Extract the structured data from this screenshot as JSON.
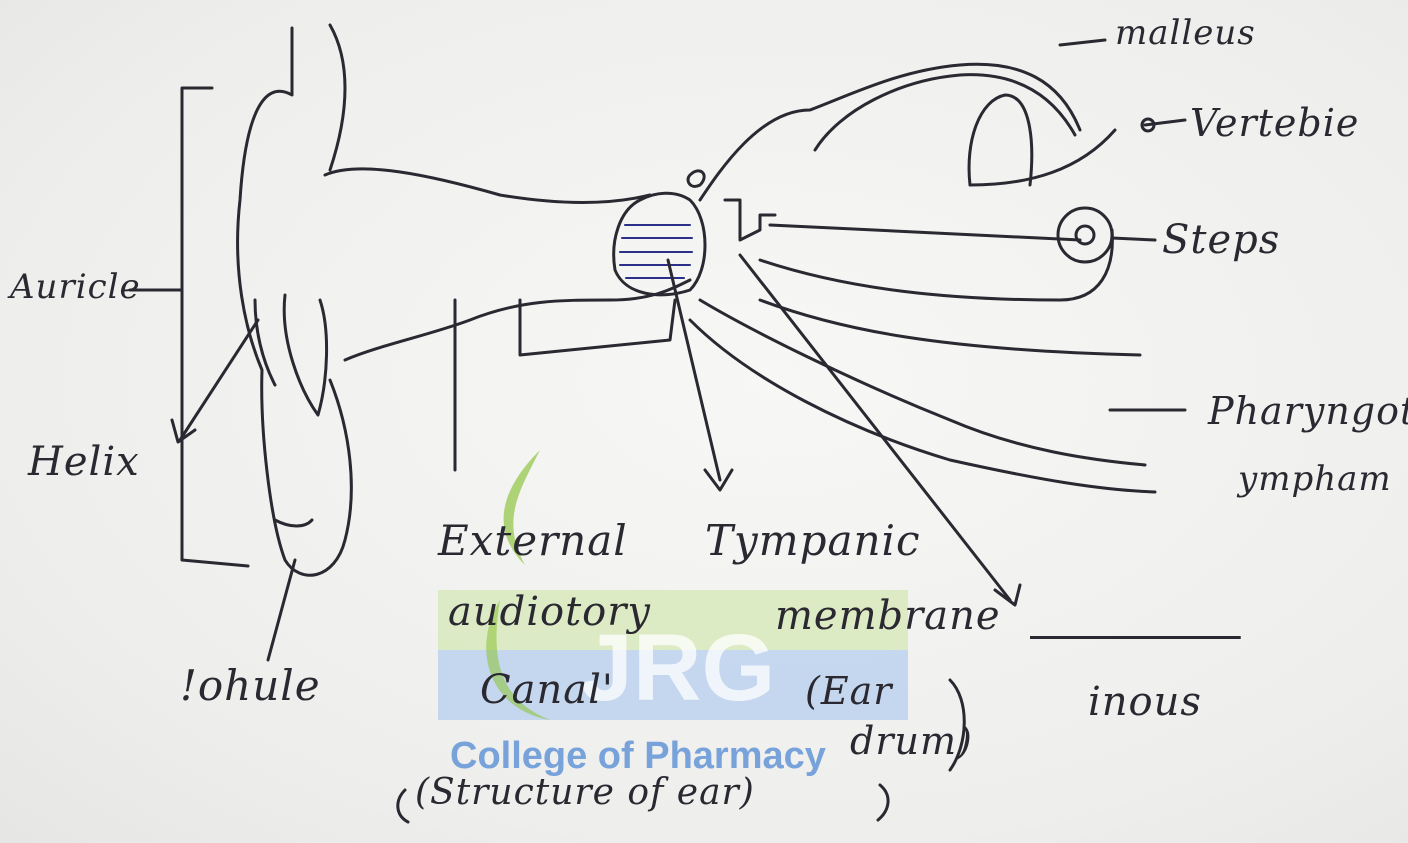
{
  "labels": {
    "malleus": "malleus",
    "vertebrae": "Vertebie",
    "stapes": "Steps",
    "auricle": "Auricle",
    "helix": "Helix",
    "pharyngotympanic_1": "Pharyngot",
    "pharyngotympanic_2": "ympham",
    "external_1": "External",
    "external_2": "audiotory",
    "external_3": "Canal'",
    "tympanic_1": "Tympanic",
    "tympanic_2": "membrane",
    "tympanic_3": "(Ear",
    "tympanic_4": "drum)",
    "lobule": "!ohule",
    "incus": "inous",
    "caption": "(Structure of ear)"
  },
  "watermark": {
    "logo_letters": "JRG",
    "text": "College of Pharmacy",
    "colors": {
      "green": "#8fc441",
      "blue": "#5a8fd6"
    }
  },
  "ink_color": "#2a2830"
}
